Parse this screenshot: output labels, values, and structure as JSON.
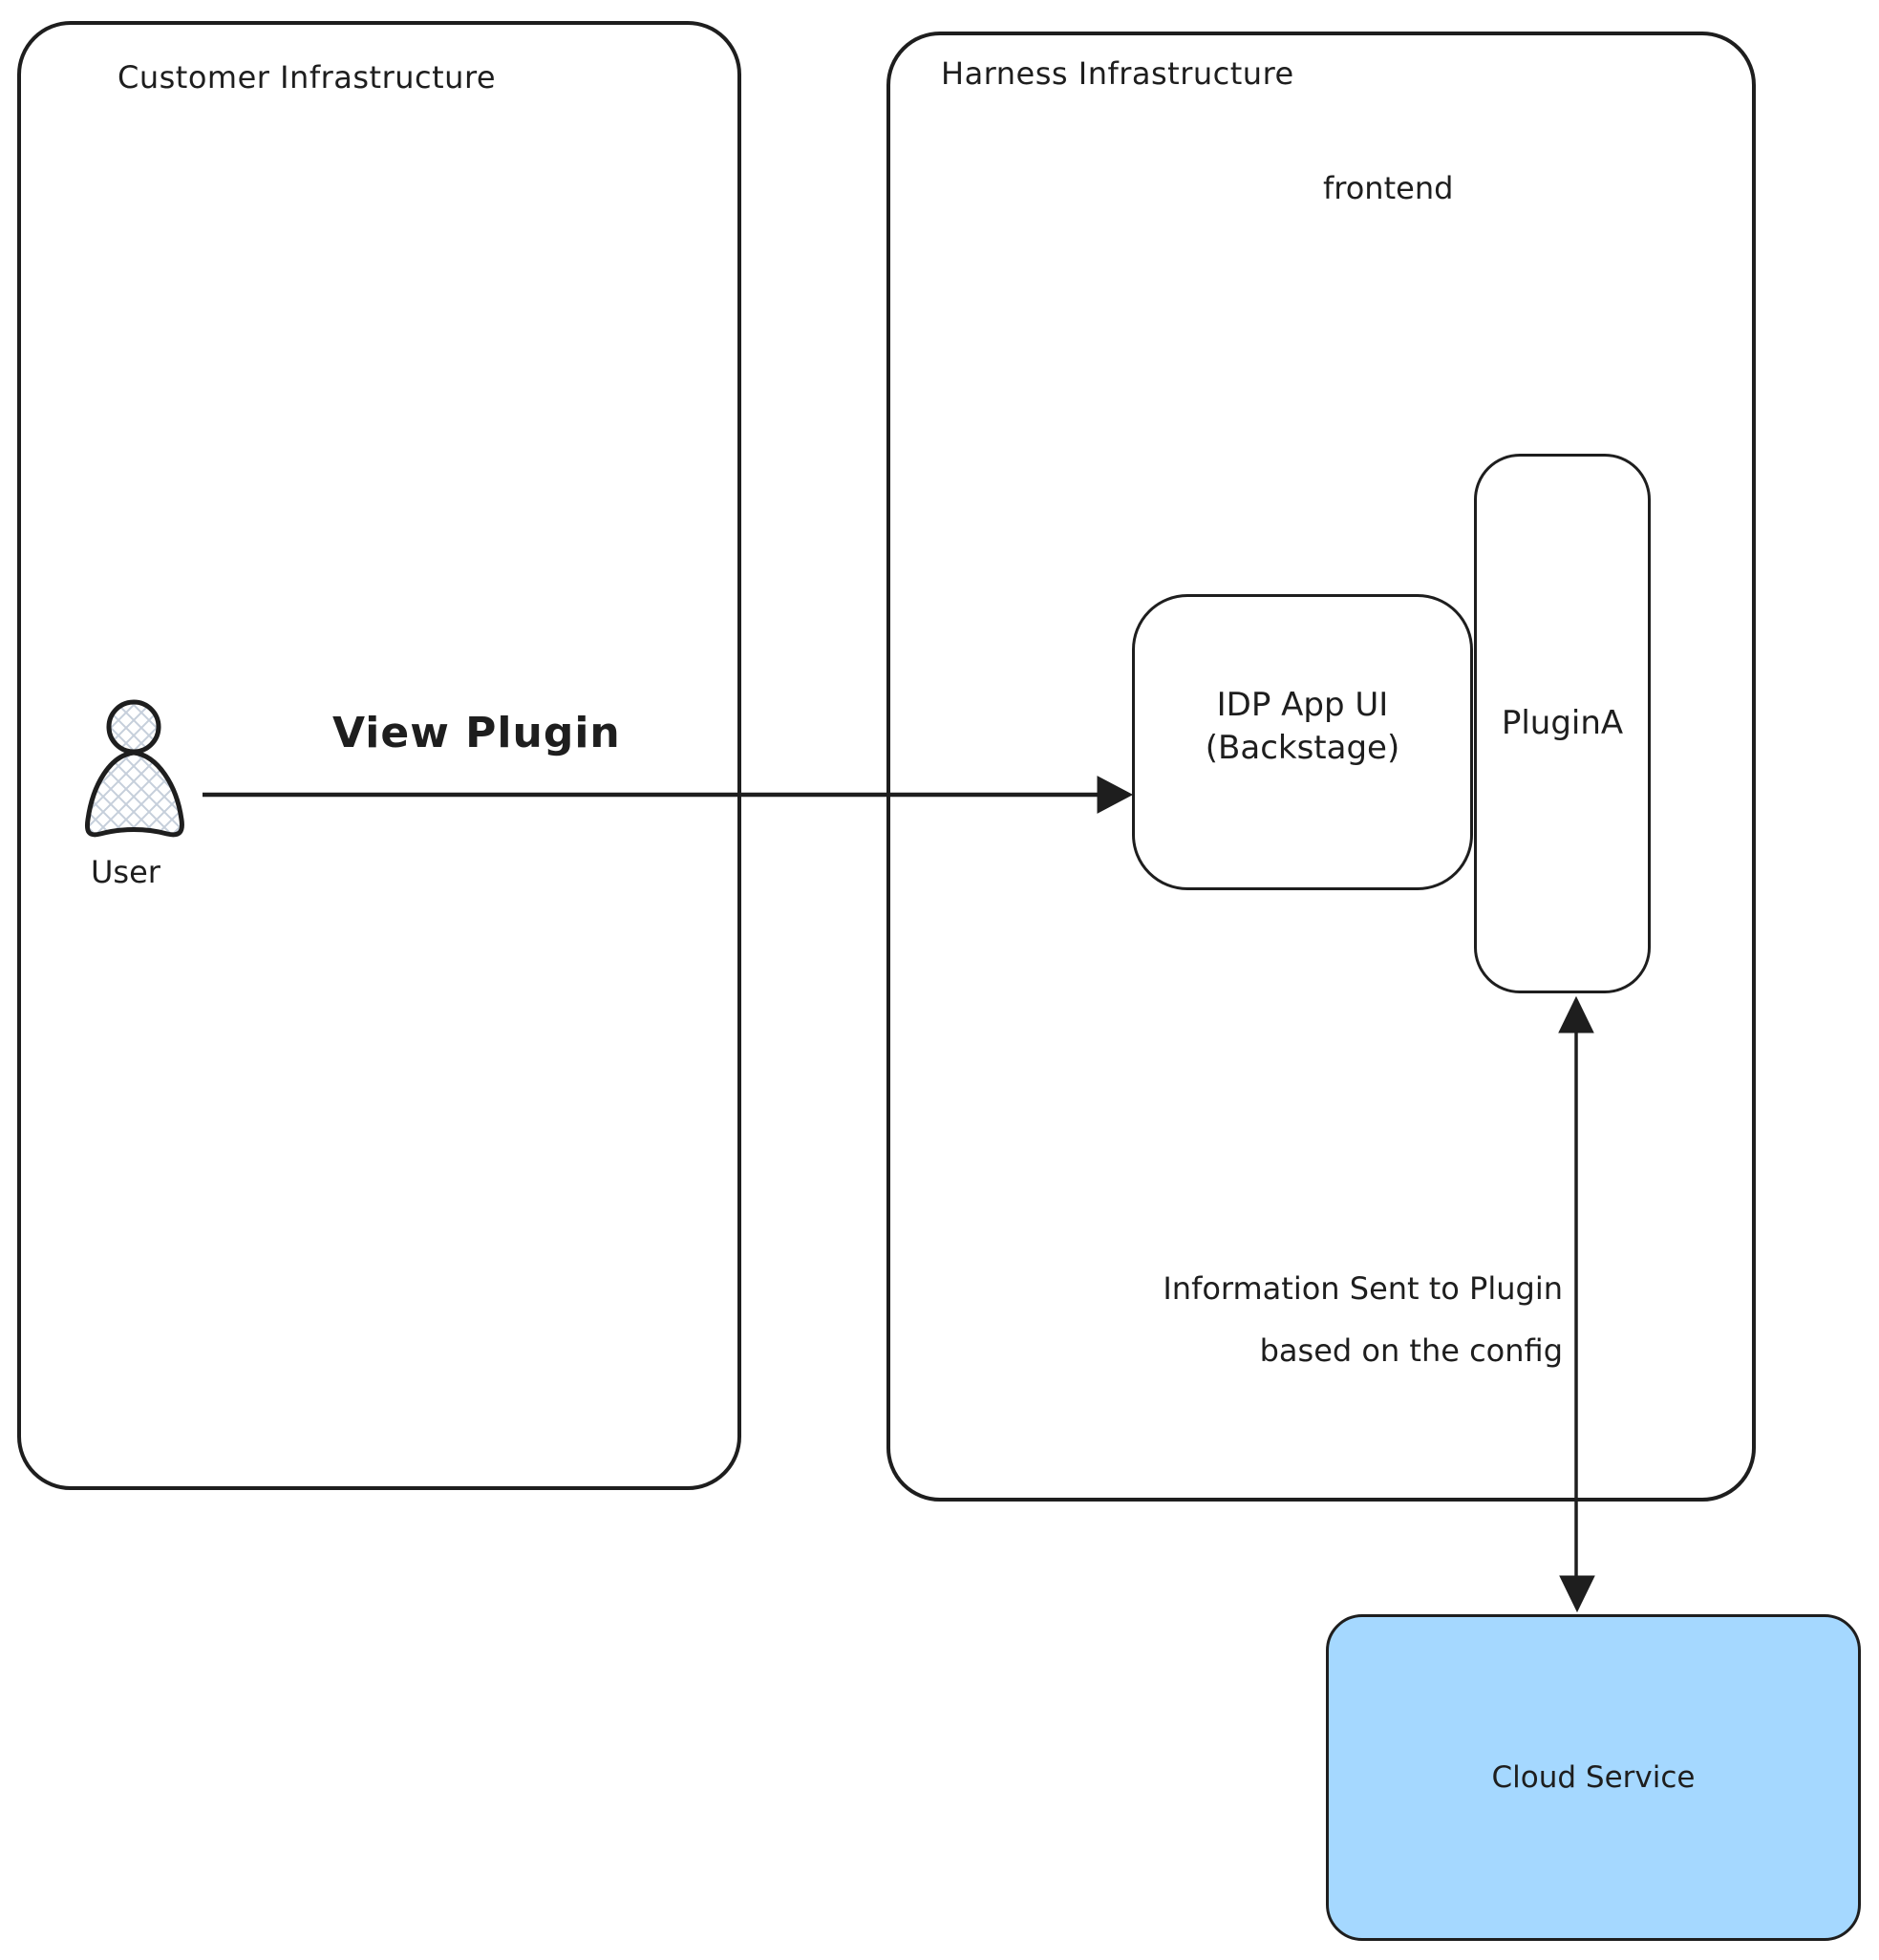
{
  "diagram": {
    "customer_box": {
      "title": "Customer Infrastructure"
    },
    "harness_box": {
      "title": "Harness Infrastructure",
      "frontend_label": "frontend"
    },
    "idp_box": {
      "label_line1": "IDP App UI",
      "label_line2": "(Backstage)"
    },
    "plugin_box": {
      "label": "PluginA"
    },
    "cloud_box": {
      "label": "Cloud Service",
      "fill": "#a5d8ff"
    },
    "user": {
      "label": "User"
    },
    "arrows": {
      "view_plugin": {
        "label": "View Plugin"
      },
      "info": {
        "label_line1": "Information Sent to Plugin",
        "label_line2": "based on the config"
      }
    },
    "colors": {
      "ink": "#1e1e1e",
      "cloud_fill": "#a5d8ff",
      "background": "#ffffff"
    }
  }
}
